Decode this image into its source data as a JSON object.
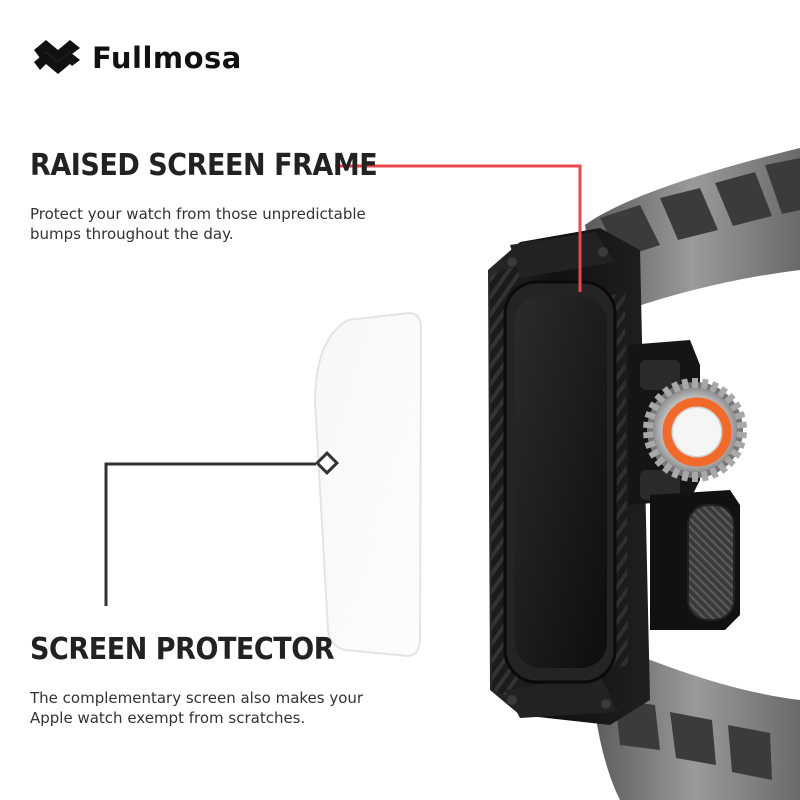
{
  "brand": {
    "name": "Fullmosa",
    "logo_icon": "wave-stripes-logo"
  },
  "features": {
    "raised_frame": {
      "title": "RAISED SCREEN FRAME",
      "description": "Protect your watch from  those unpredictable bumps throughout the day."
    },
    "screen_protector": {
      "title": "SCREEN PROTECTOR",
      "description": "The complementary screen also makes your Apple watch exempt from scratches."
    }
  },
  "colors": {
    "callout_red": "#e8474d",
    "callout_dark": "#333333",
    "crown_orange": "#f26a2a",
    "case_black": "#1a1a1a",
    "band_gray": "#8a8a8a"
  }
}
